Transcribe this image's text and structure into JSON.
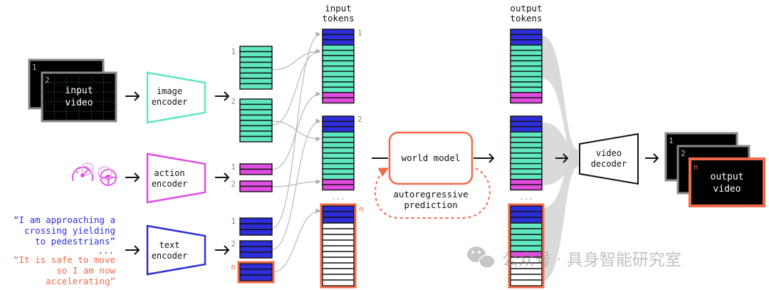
{
  "colors": {
    "image": "#5fe8c0",
    "action": "#e04ce0",
    "text": "#2e2ed9",
    "accent": "#f06a4a",
    "frame": "#000000",
    "empty": "#ffffff",
    "ribbon": "#d6d6d6"
  },
  "labels": {
    "input_video": [
      "input",
      "video"
    ],
    "output_video": [
      "output",
      "video"
    ],
    "image_encoder": [
      "image",
      "encoder"
    ],
    "action_encoder": [
      "action",
      "encoder"
    ],
    "text_encoder": [
      "text",
      "encoder"
    ],
    "video_decoder": [
      "video",
      "decoder"
    ],
    "world_model": "world model",
    "autoregressive": [
      "autoregressive",
      "prediction"
    ],
    "input_tokens": [
      "input",
      "tokens"
    ],
    "output_tokens": [
      "output",
      "tokens"
    ],
    "frame_num_1": "1",
    "frame_num_2": "2",
    "frame_num_n": "n",
    "ellipsis": "...",
    "watermark": "公众号 · 具身智能研究室"
  },
  "text_prompts": {
    "prompt_1": [
      "“I am approaching a",
      "crossing yielding",
      "to pedestrians”"
    ],
    "ellipsis": "...",
    "prompt_2": [
      "“It is safe to move",
      "so I am now",
      "accelerating”"
    ]
  }
}
